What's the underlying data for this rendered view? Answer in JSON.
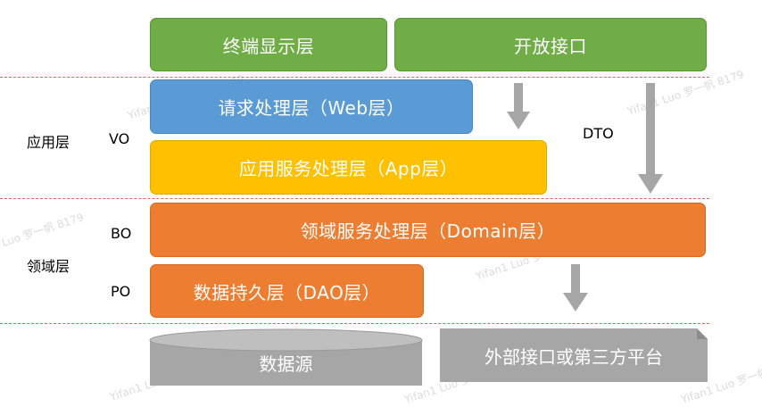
{
  "boxes": {
    "terminal": "终端显示层",
    "open_api": "开放接口",
    "web": "请求处理层（Web层）",
    "app": "应用服务处理层（App层）",
    "domain": "领域服务处理层（Domain层）",
    "dao": "数据持久层（DAO层）",
    "datasource": "数据源",
    "external": "外部接口或第三方平台"
  },
  "labels": {
    "app_layer": "应用层",
    "domain_layer": "领域层",
    "vo": "VO",
    "bo": "BO",
    "po": "PO",
    "dto": "DTO"
  },
  "watermark": "Yifan1 Luo 罗一帆 8179",
  "colors": {
    "green": "#70ad47",
    "blue": "#5b9bd5",
    "yellow": "#ffc000",
    "orange": "#ed7d31",
    "gray": "#a6a6a6",
    "divider": "#e06060"
  }
}
